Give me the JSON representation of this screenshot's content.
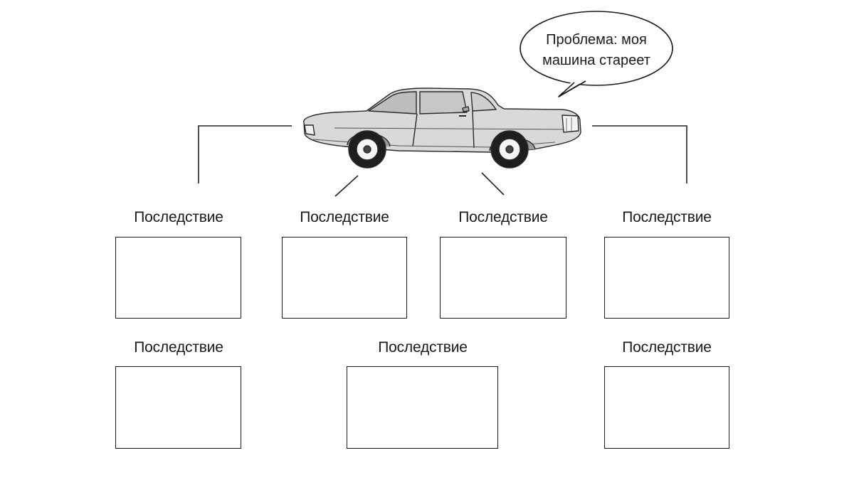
{
  "problem": {
    "line1": "Проблема: моя",
    "line2": "машина стареет"
  },
  "consequences": {
    "row1": [
      "Последствие",
      "Последствие",
      "Последствие",
      "Последствие"
    ],
    "row2": [
      "Последствие",
      "Последствие",
      "Последствие"
    ]
  },
  "icons": {
    "central_image": "car-icon",
    "callout": "speech-bubble"
  }
}
